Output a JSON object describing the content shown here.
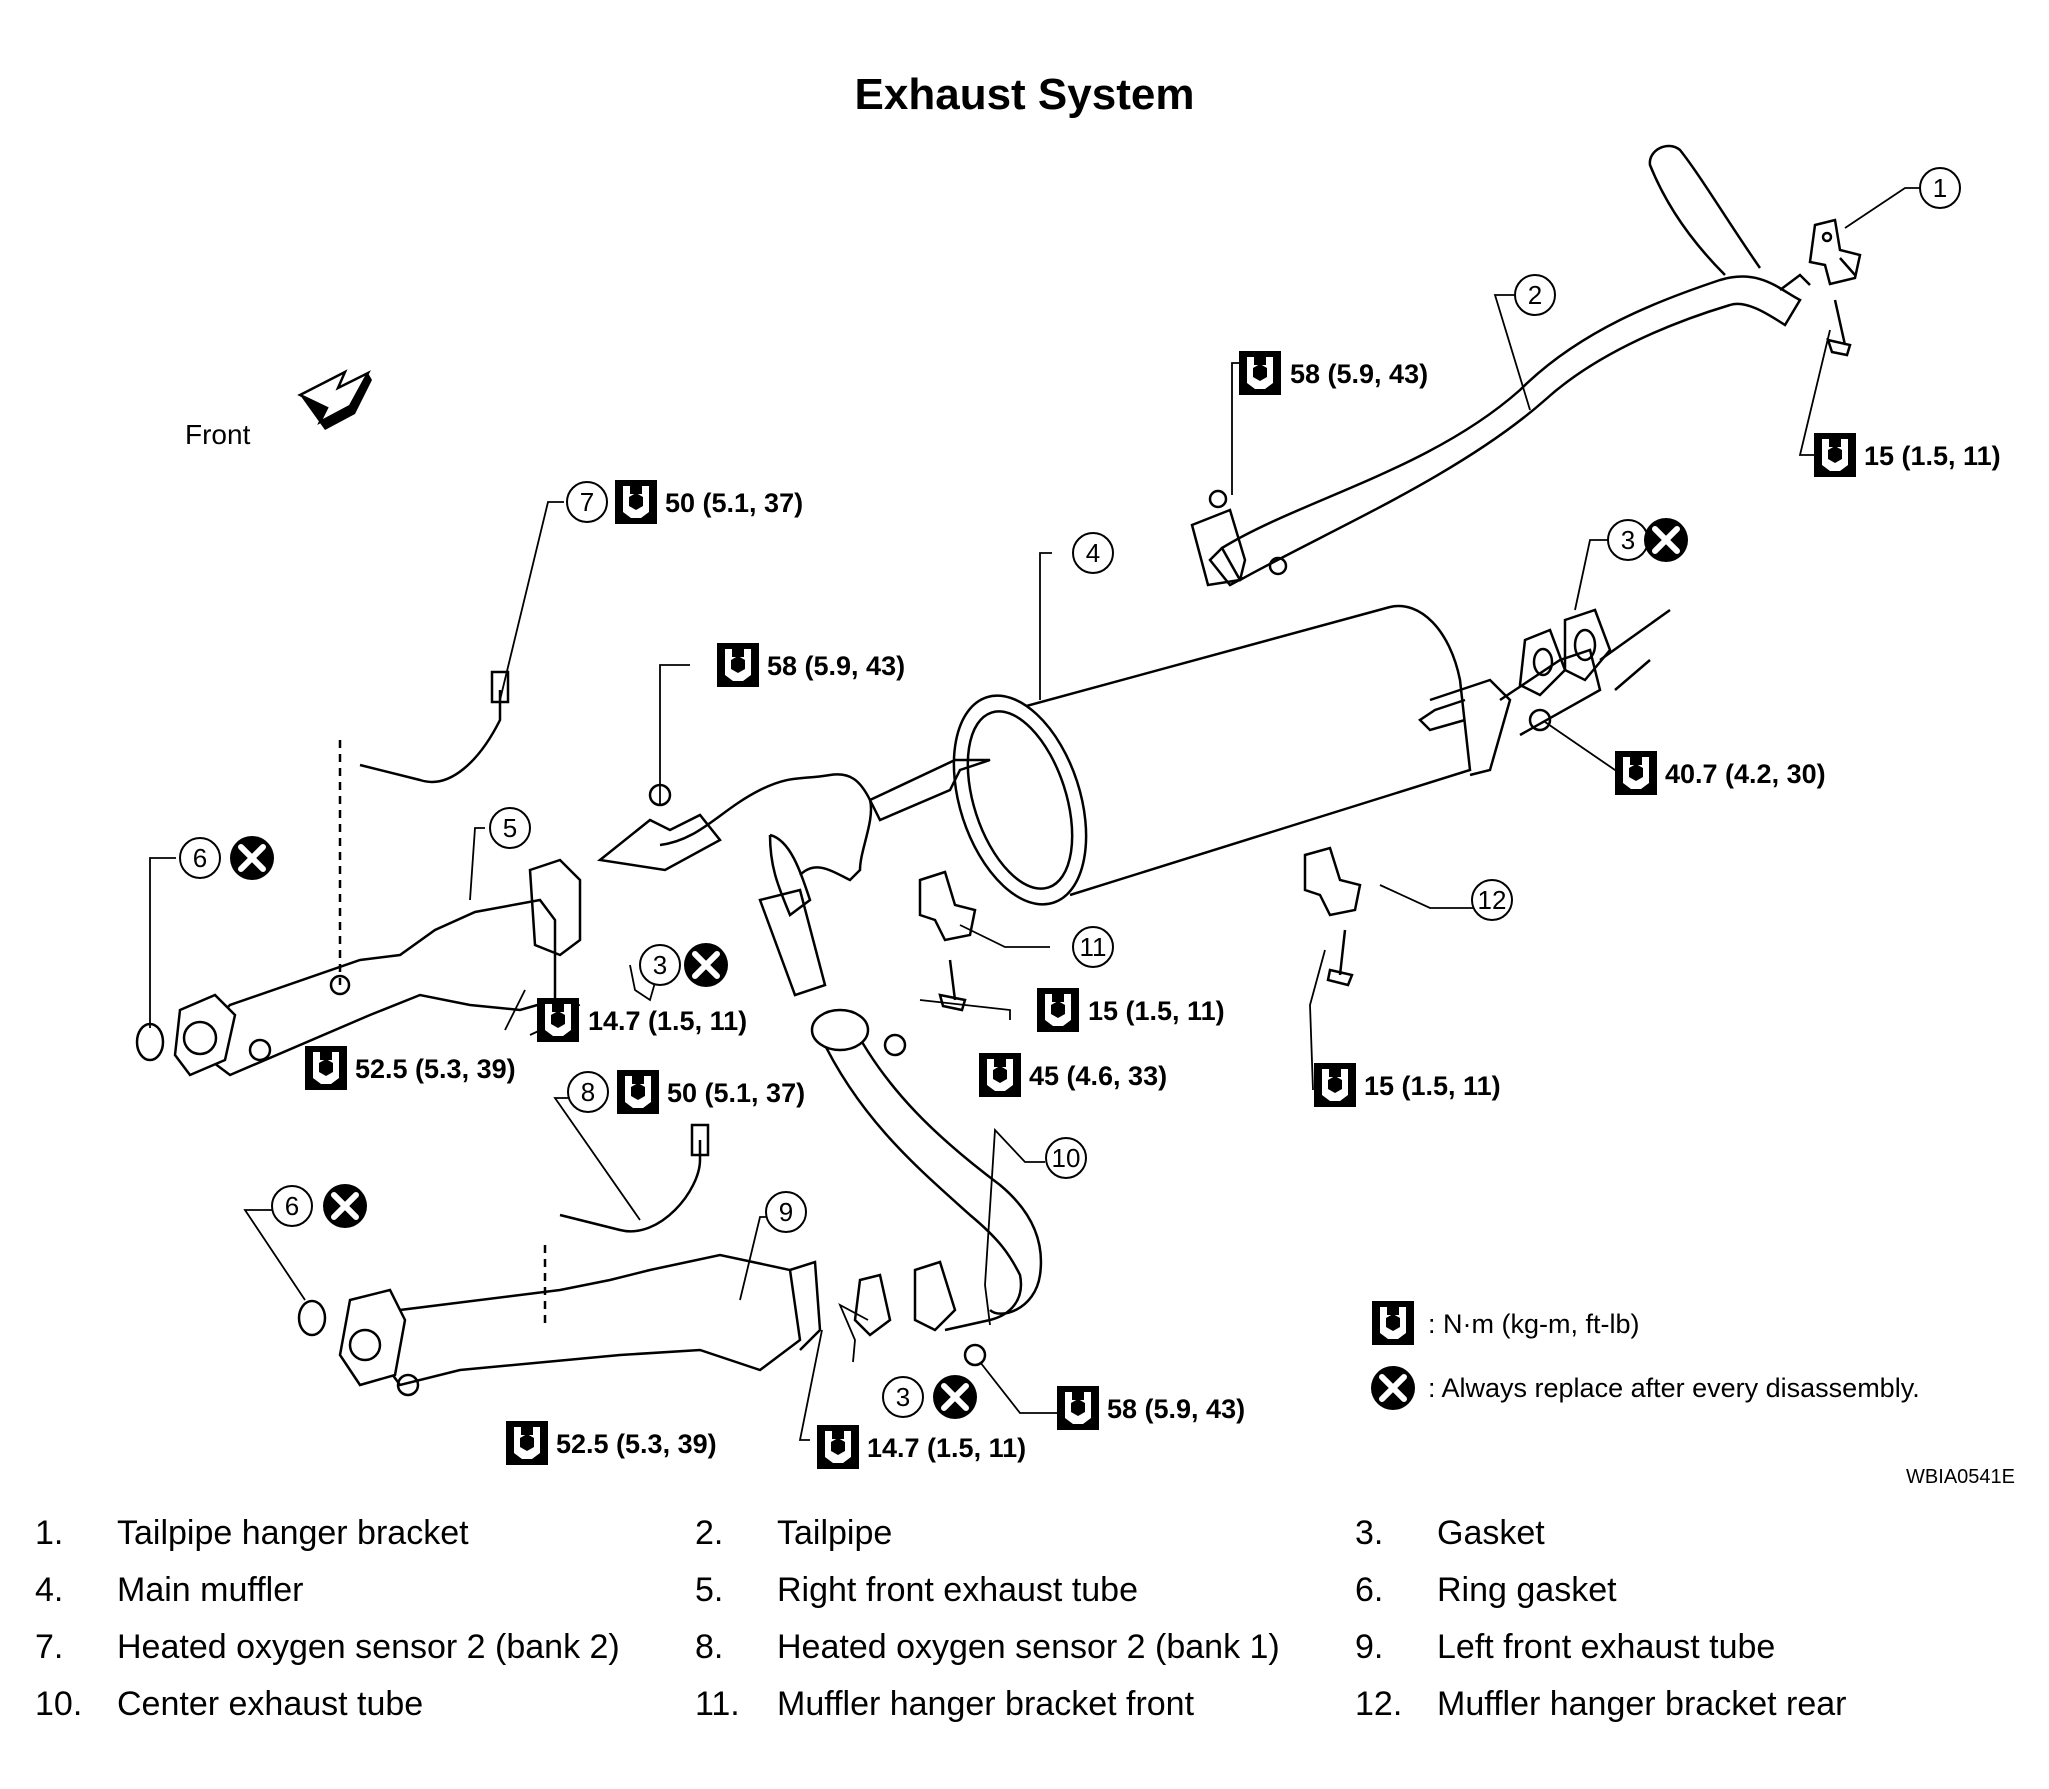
{
  "title": "Exhaust System",
  "front_label": "Front",
  "figure_code": "WBIA0541E",
  "callouts": {
    "c1": "1",
    "c2": "2",
    "c3a": "3",
    "c3b": "3",
    "c3c": "3",
    "c4": "4",
    "c5": "5",
    "c6a": "6",
    "c6b": "6",
    "c7": "7",
    "c8": "8",
    "c9": "9",
    "c10": "10",
    "c11": "11",
    "c12": "12"
  },
  "torques": {
    "t_tail_flange": "58 (5.9, 43)",
    "t_tail_bracket": "15 (1.5, 11)",
    "t_sensor2": "50 (5.1, 37)",
    "t_center_front": "58 (5.9, 43)",
    "t_muffler_rear": "40.7 (4.2, 30)",
    "t_right_front_flange": "14.7 (1.5, 11)",
    "t_right_front_nut": "52.5 (5.3, 39)",
    "t_hanger_front": "15 (1.5, 11)",
    "t_center_nut": "45 (4.6, 33)",
    "t_hanger_rear": "15 (1.5, 11)",
    "t_sensor1": "50 (5.1, 37)",
    "t_left_front_nut": "52.5 (5.3, 39)",
    "t_left_front_flange": "14.7 (1.5, 11)",
    "t_left_center_nut": "58 (5.9, 43)"
  },
  "legend": {
    "torque_unit": ": N·m (kg-m, ft-lb)",
    "replace": ": Always replace after every disassembly."
  },
  "parts": [
    {
      "num": "1.",
      "name": "Tailpipe hanger bracket"
    },
    {
      "num": "2.",
      "name": "Tailpipe"
    },
    {
      "num": "3.",
      "name": "Gasket"
    },
    {
      "num": "4.",
      "name": "Main muffler"
    },
    {
      "num": "5.",
      "name": "Right front exhaust tube"
    },
    {
      "num": "6.",
      "name": "Ring gasket"
    },
    {
      "num": "7.",
      "name": "Heated oxygen sensor 2 (bank 2)"
    },
    {
      "num": "8.",
      "name": "Heated oxygen sensor 2 (bank 1)"
    },
    {
      "num": "9.",
      "name": "Left front exhaust tube"
    },
    {
      "num": "10.",
      "name": "Center exhaust tube"
    },
    {
      "num": "11.",
      "name": "Muffler hanger bracket front"
    },
    {
      "num": "12.",
      "name": "Muffler hanger bracket rear"
    }
  ]
}
